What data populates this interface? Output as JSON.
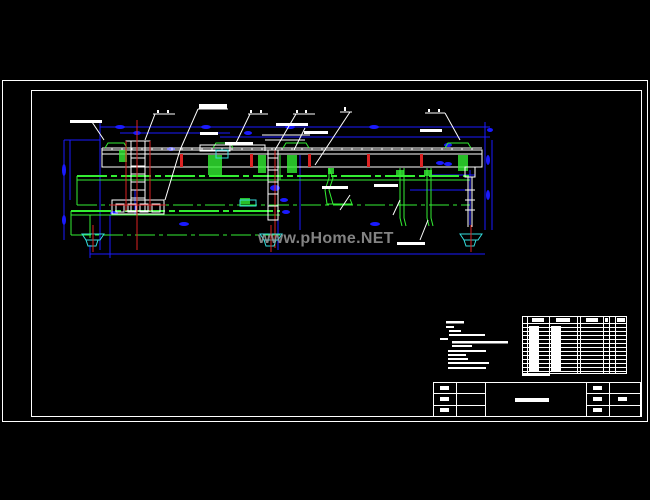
{
  "drawing": {
    "type": "CAD engineering drawing - conveyor / trestle general assembly elevation",
    "background": "#000000",
    "watermark": "www.pHome.NET",
    "colors": {
      "frame": "#ffffff",
      "dimension": "#1a1aff",
      "structure_green": "#33ee33",
      "structure_white": "#ffffff",
      "hidden_red": "#dd2222",
      "cyan": "#33dddd"
    },
    "callouts": [
      "1 - 1",
      "2 - 2",
      "3 - 3",
      "4 - 4",
      "5",
      "6 - 6"
    ],
    "labels_note": "Remaining annotation text is illegible at screenshot resolution"
  },
  "notes_block": {
    "title": "技术要求",
    "lines": [
      "1.",
      "2.",
      "3.",
      "4.",
      "5.",
      "6.",
      "7.",
      "8.",
      "9."
    ]
  },
  "parts_table": {
    "columns": [
      "序号",
      "名称",
      "数量",
      "材料",
      "备注"
    ],
    "row_count": 13
  },
  "title_block": {
    "left_labels": [
      "设计",
      "审核",
      "批准"
    ],
    "drawing_name": "总装配图",
    "right_labels": [
      "图号",
      "比例",
      "日期"
    ],
    "right_value": "1:100"
  }
}
